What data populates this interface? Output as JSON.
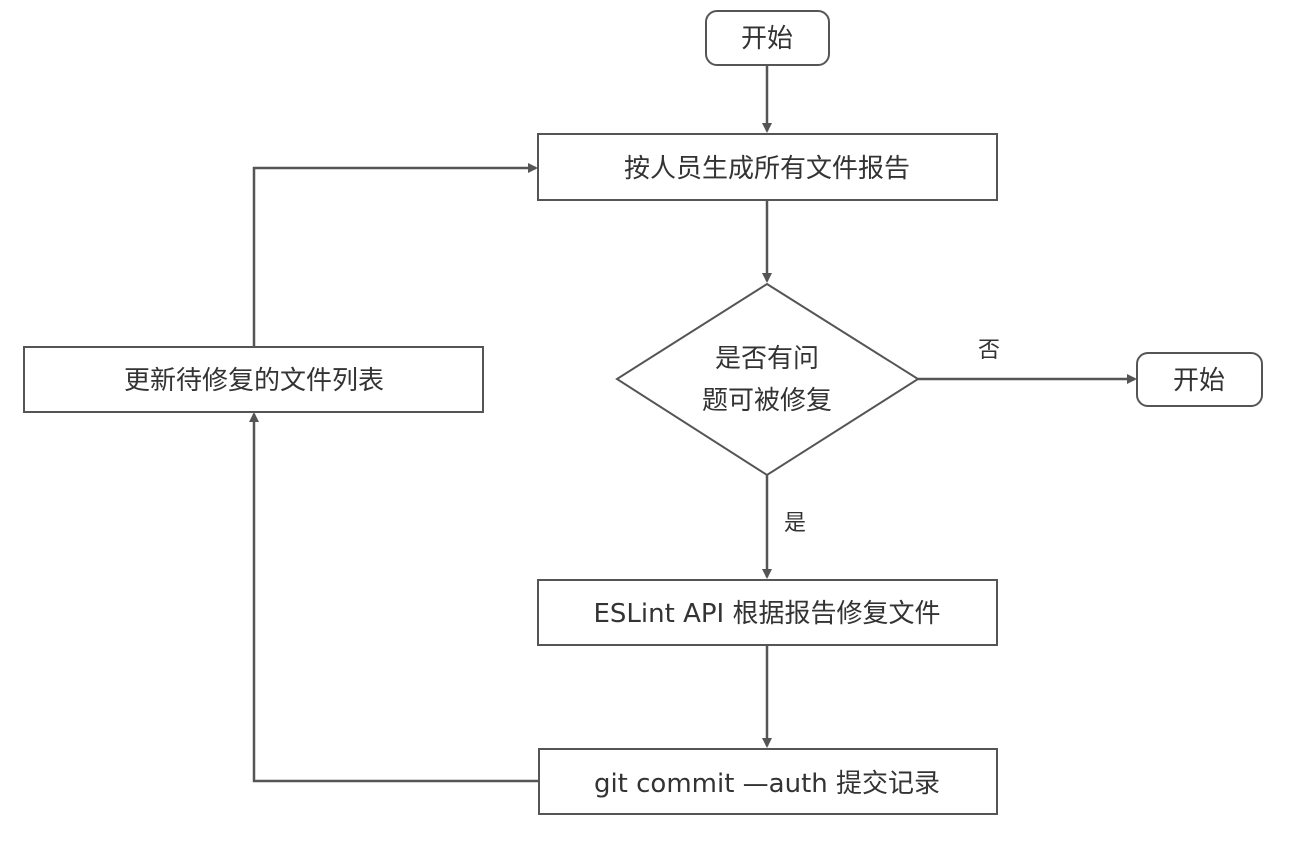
{
  "nodes": {
    "start": "开始",
    "generate_report": "按人员生成所有文件报告",
    "decision_line1": "是否有问",
    "decision_line2": "题可被修复",
    "end": "开始",
    "eslint_fix": "ESLint API 根据报告修复文件",
    "git_commit": "git commit —auth 提交记录",
    "update_list": "更新待修复的文件列表"
  },
  "edges": {
    "no_label": "否",
    "yes_label": "是"
  },
  "colors": {
    "stroke": "#555555",
    "text": "#333333",
    "background": "#ffffff"
  }
}
